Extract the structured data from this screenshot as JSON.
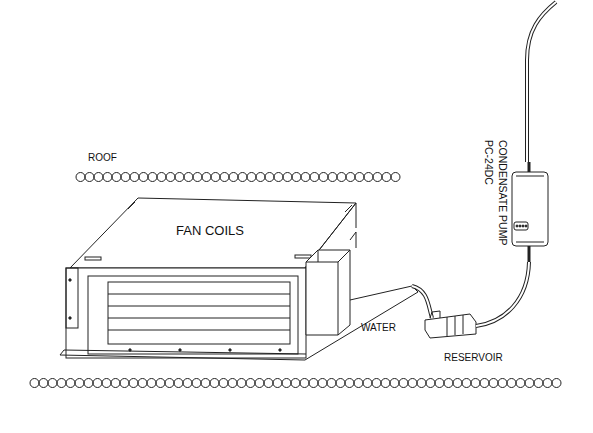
{
  "diagram": {
    "labels": [
      "ROOF",
      "FAN COILS",
      "WATER",
      "RESERVOIR",
      "CONDENSATE PUMP",
      "PC-24DC"
    ]
  }
}
